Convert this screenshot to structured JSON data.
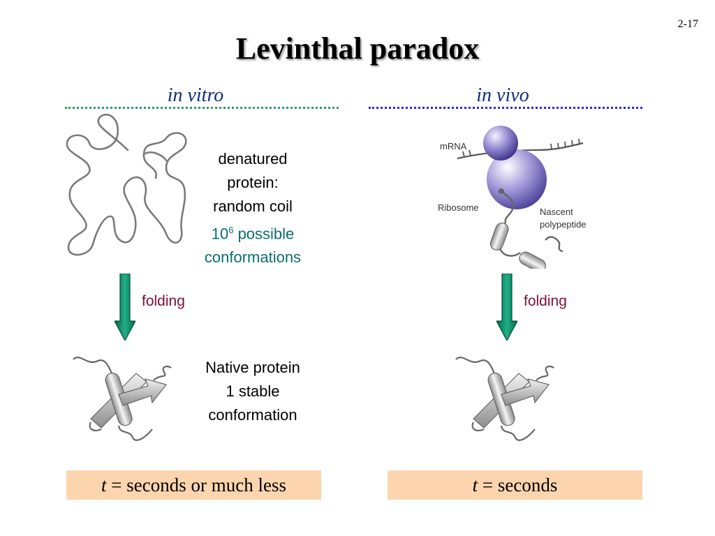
{
  "slide_number": "2-17",
  "title": "Levinthal paradox",
  "left": {
    "heading": "in vitro",
    "state_text": [
      "denatured",
      "protein:",
      "random coil"
    ],
    "count_base": "10",
    "count_exp": "6",
    "count_word": "possible",
    "count_tail": "conformations",
    "step_label": "folding",
    "native_text": [
      "Native protein",
      "1 stable",
      "conformation"
    ],
    "time_var": "t",
    "time_rest": "= seconds or much less"
  },
  "right": {
    "heading": "in vivo",
    "mrna_label": "mRNA",
    "ribosome_label": "Ribosome",
    "nascent_label_1": "Nascent",
    "nascent_label_2": "polypeptide",
    "step_label": "folding",
    "time_var": "t",
    "time_rest": "= seconds"
  },
  "colors": {
    "heading": "#0b2f7a",
    "teal_text": "#0a6e6e",
    "folding_text": "#7a1238",
    "left_divider": "#2e9a6a",
    "right_divider": "#2a2ad0",
    "arrow": "#0f8a6a",
    "time_box": "#fcd5ae",
    "ribosome": "#8a7fc8"
  }
}
